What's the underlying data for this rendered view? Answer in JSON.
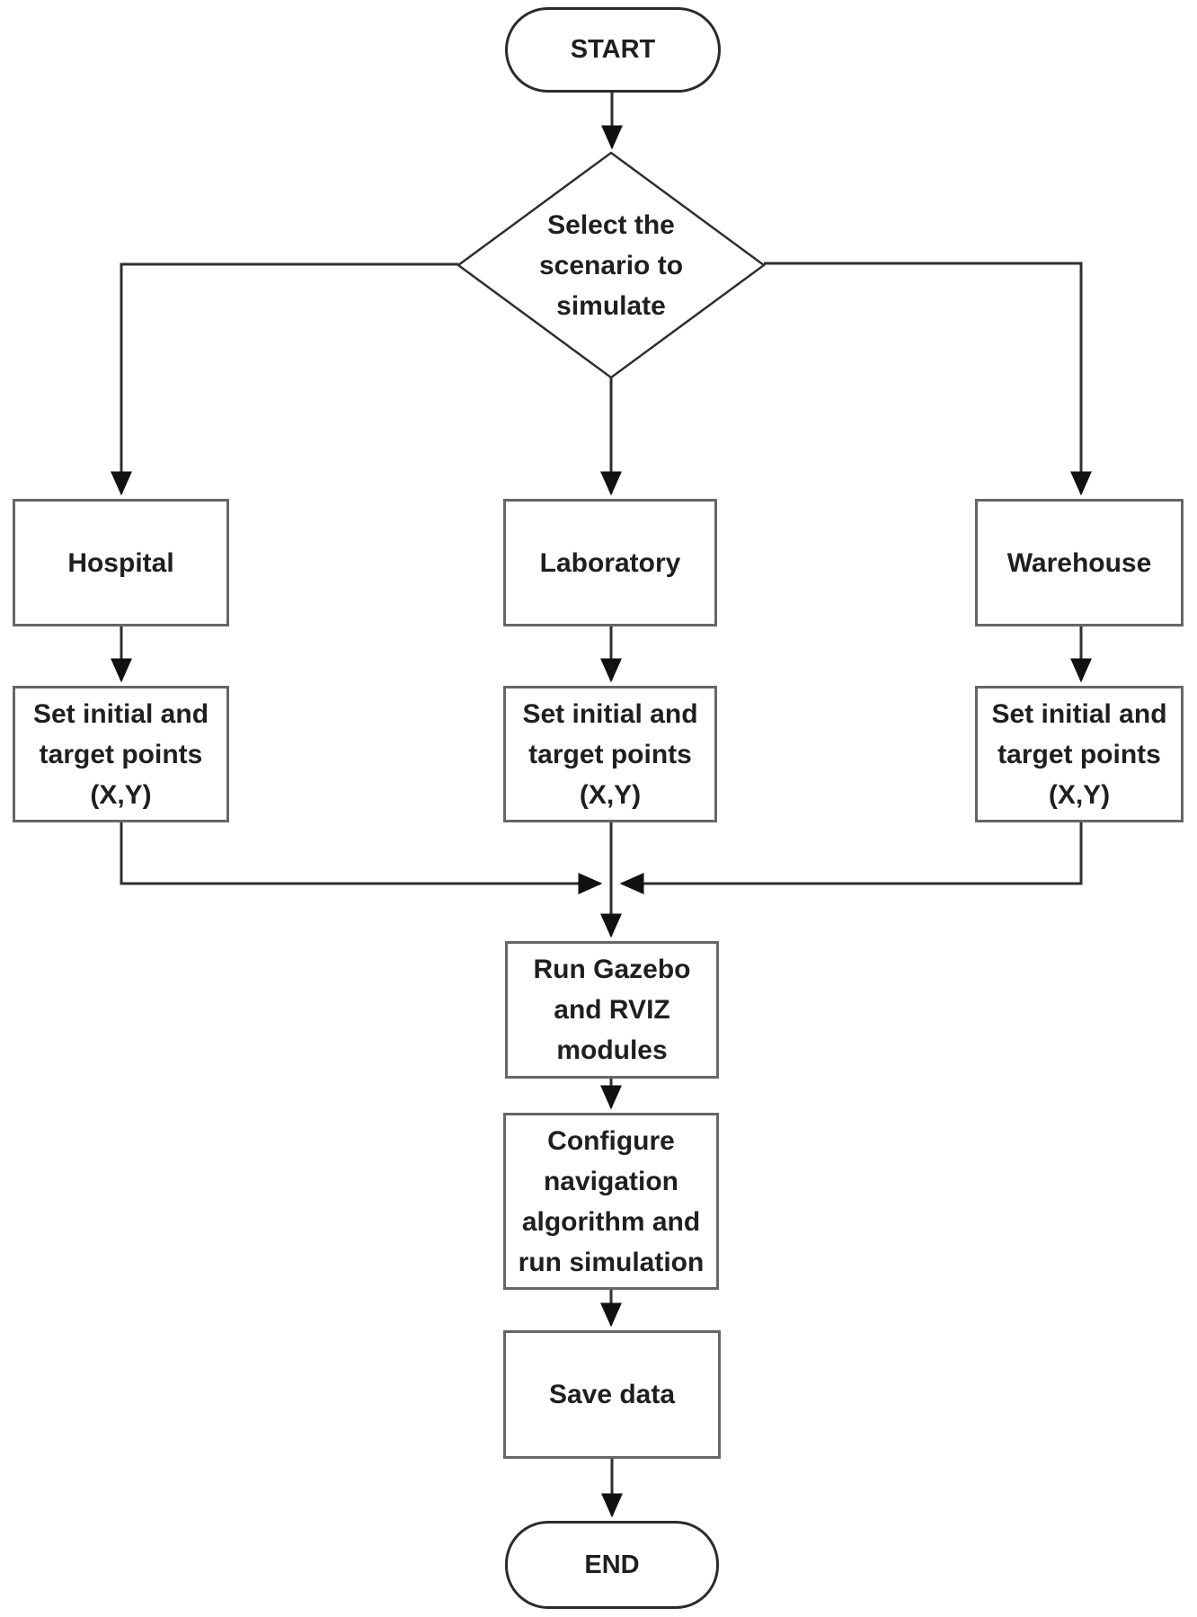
{
  "diagram": {
    "type": "flowchart",
    "nodes": {
      "start": {
        "label": "START",
        "shape": "terminator"
      },
      "decision": {
        "label": "Select the scenario to simulate",
        "shape": "diamond",
        "lines": [
          "Select the",
          "scenario to",
          "simulate"
        ]
      },
      "hospital": {
        "label": "Hospital",
        "shape": "process"
      },
      "laboratory": {
        "label": "Laboratory",
        "shape": "process"
      },
      "warehouse": {
        "label": "Warehouse",
        "shape": "process"
      },
      "set_points_hospital": {
        "label": "Set initial and target points (X,Y)",
        "shape": "process",
        "lines": [
          "Set initial and",
          "target points",
          "(X,Y)"
        ]
      },
      "set_points_laboratory": {
        "label": "Set initial and target points (X,Y)",
        "shape": "process",
        "lines": [
          "Set initial and",
          "target points",
          "(X,Y)"
        ]
      },
      "set_points_warehouse": {
        "label": "Set initial and target points (X,Y)",
        "shape": "process",
        "lines": [
          "Set initial and",
          "target points",
          "(X,Y)"
        ]
      },
      "run_gazebo": {
        "label": "Run Gazebo and RVIZ modules",
        "shape": "process",
        "lines": [
          "Run Gazebo",
          "and RVIZ",
          "modules"
        ]
      },
      "configure": {
        "label": "Configure navigation algorithm and run simulation",
        "shape": "process",
        "lines": [
          "Configure",
          "navigation",
          "algorithm and",
          "run simulation"
        ]
      },
      "save_data": {
        "label": "Save data",
        "shape": "process"
      },
      "end": {
        "label": "END",
        "shape": "terminator"
      }
    },
    "edges": [
      "start -> decision",
      "decision -> hospital",
      "decision -> laboratory",
      "decision -> warehouse",
      "hospital -> set_points_hospital",
      "laboratory -> set_points_laboratory",
      "warehouse -> set_points_warehouse",
      "set_points_hospital -> run_gazebo",
      "set_points_laboratory -> run_gazebo",
      "set_points_warehouse -> run_gazebo",
      "run_gazebo -> configure",
      "configure -> save_data",
      "save_data -> end"
    ],
    "colors": {
      "background": "#ffffff",
      "rect_border": "#666666",
      "terminator_border": "#2b2b2b",
      "connector": "#2f2f2f",
      "arrowhead": "#111111",
      "text": "#1f1f1f"
    }
  }
}
